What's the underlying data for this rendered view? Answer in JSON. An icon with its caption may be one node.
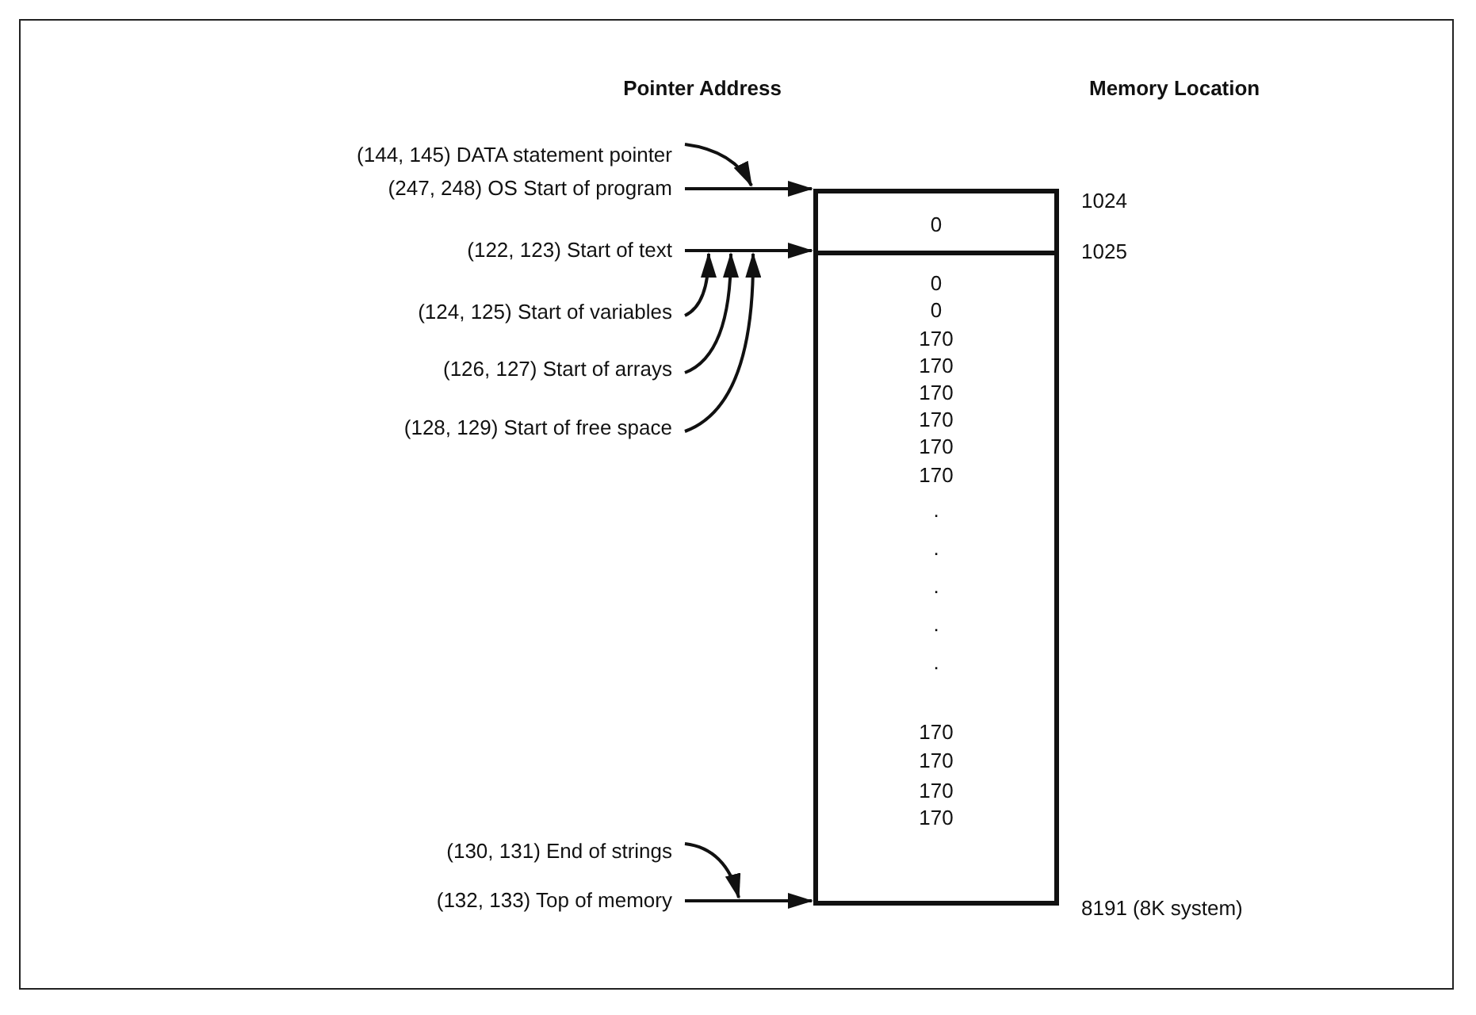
{
  "diagram": {
    "nodes": [
      {
        "text": [
          "(144, 145) DATA statement pointer"
        ]
      },
      {
        "text": [
          "(247, 248) OS Start of program"
        ]
      },
      {
        "text": [
          "(122, 123) Start of text"
        ]
      },
      {
        "text": [
          "(124, 125) Start of variables"
        ]
      },
      {
        "text": [
          "(126, 127) Start of arrays"
        ]
      },
      {
        "text": [
          "(128, 129) Start of free space"
        ]
      },
      {
        "text": [
          "0"
        ],
        "beside": [
          "1024"
        ]
      },
      {
        "text": [
          "0",
          "0",
          "170",
          "170",
          "170",
          "170",
          "170",
          "170",
          ".",
          ".",
          ".",
          ".",
          ".",
          "170",
          "170",
          "170",
          "170"
        ],
        "beside": [
          "1025",
          "8191 (8K system)"
        ]
      },
      {
        "text": [
          "(130, 131) End of strings"
        ]
      },
      {
        "text": [
          "(132, 133) Top of memory"
        ]
      }
    ],
    "edges": [
      {
        "from": 0,
        "to": 6,
        "arrow": "to"
      },
      {
        "from": 1,
        "to": 6,
        "arrow": "to"
      },
      {
        "from": 2,
        "to": 7,
        "arrow": "to"
      },
      {
        "from": 3,
        "to": 7,
        "arrow": "to"
      },
      {
        "from": 4,
        "to": 7,
        "arrow": "to"
      },
      {
        "from": 5,
        "to": 7,
        "arrow": "to"
      },
      {
        "from": 8,
        "to": 7,
        "arrow": "to"
      },
      {
        "from": 9,
        "to": 7,
        "arrow": "to"
      }
    ],
    "labels": [
      "Pointer Address",
      "Memory Location"
    ]
  }
}
